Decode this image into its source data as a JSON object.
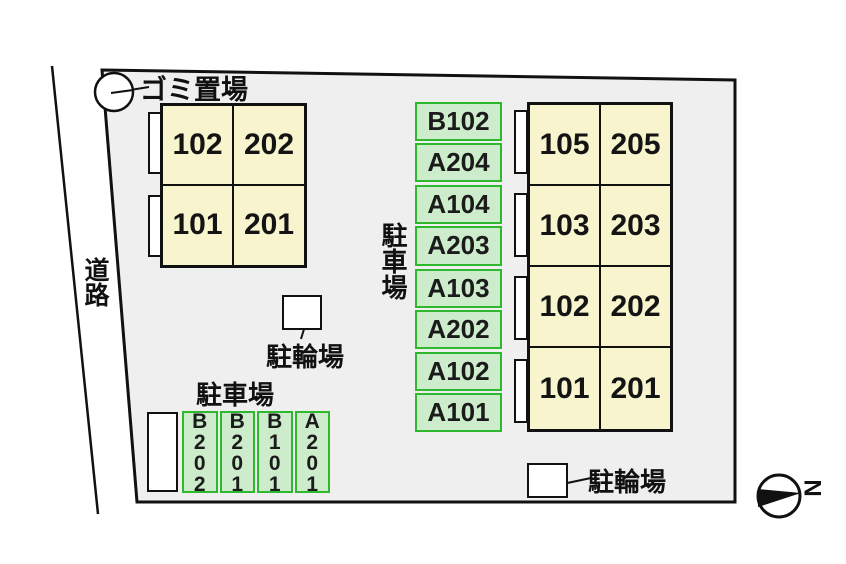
{
  "site": {
    "garbage_label": "ゴミ置場",
    "road_label": "道路",
    "north_label": "N"
  },
  "left_building": {
    "cells": [
      "102",
      "202",
      "101",
      "201"
    ]
  },
  "right_building": {
    "cells": [
      "105",
      "205",
      "103",
      "203",
      "102",
      "202",
      "101",
      "201"
    ]
  },
  "center_parking": {
    "label": "駐車場",
    "spaces": [
      "B102",
      "A204",
      "A104",
      "A203",
      "A103",
      "A202",
      "A102",
      "A101"
    ]
  },
  "bottom_parking": {
    "label": "駐車場",
    "spaces": [
      "B202",
      "B201",
      "B101",
      "A201"
    ]
  },
  "bike_parking_mid": {
    "label": "駐輪場"
  },
  "bike_parking_bottom": {
    "label": "駐輪場"
  },
  "colors": {
    "site_fill": "#efefef",
    "building_fill": "#f8f4cd",
    "parking_fill": "#cdeccb",
    "parking_border": "#2eb82e",
    "line": "#111111"
  }
}
